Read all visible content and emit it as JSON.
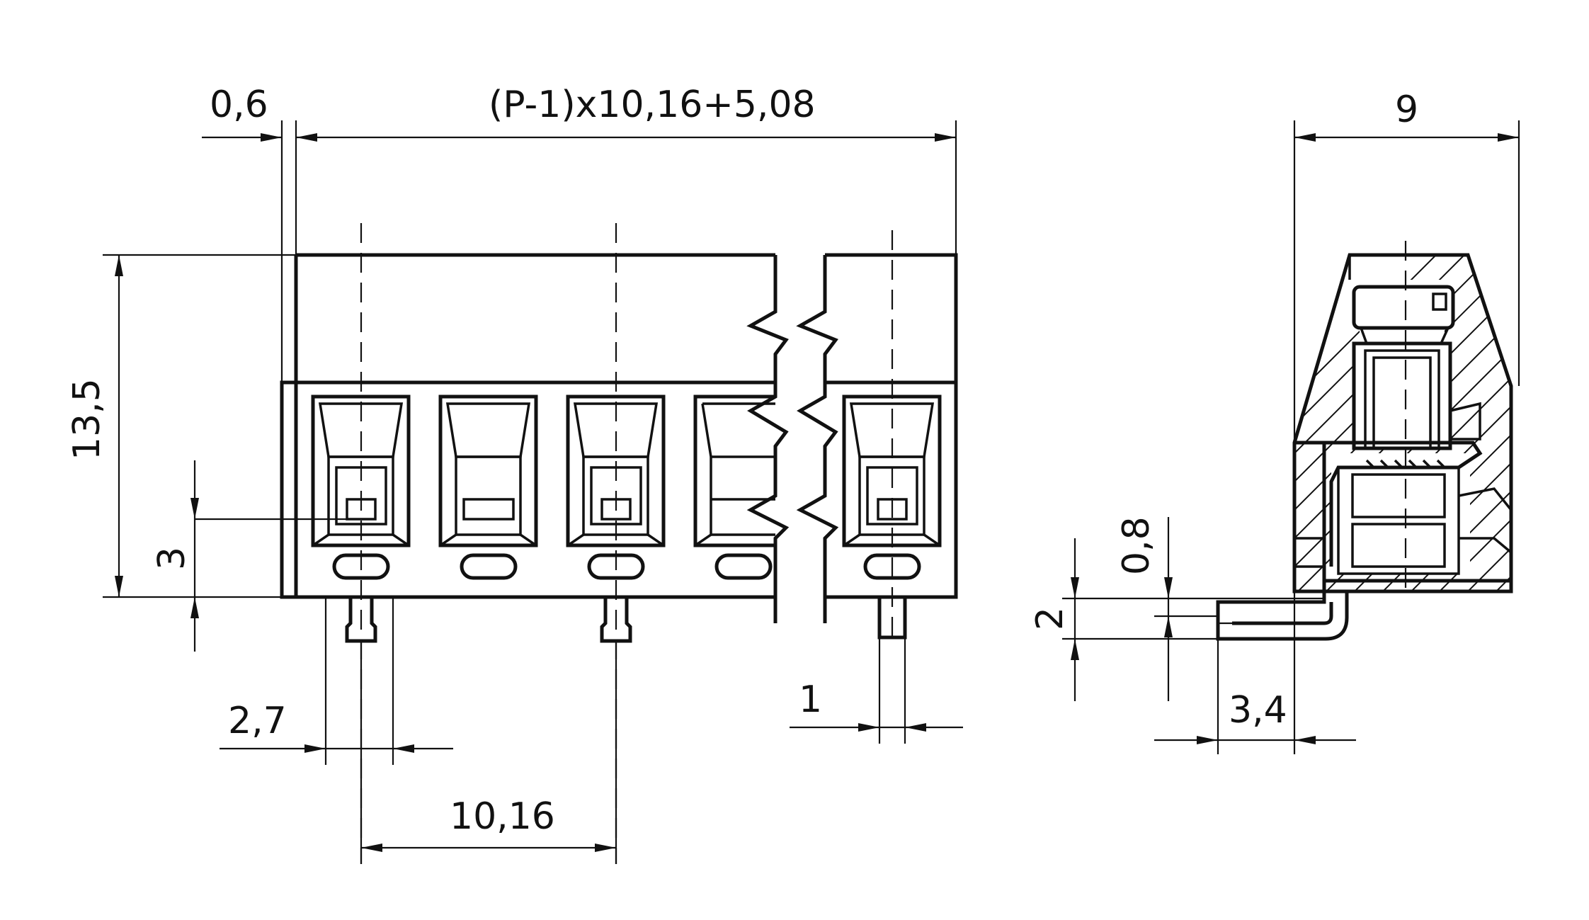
{
  "front_view": {
    "dimensions": {
      "pin_offset": "0,6",
      "total_length": "(P-1)x10,16+5,08",
      "height": "13,5",
      "pin_height": "3",
      "pin_width_gap": "2,7",
      "pitch": "10,16",
      "pin_thickness": "1"
    }
  },
  "side_view": {
    "dimensions": {
      "depth": "9",
      "pin_thickness": "0,8",
      "pin_drop": "2",
      "pin_extension": "3,4"
    }
  }
}
